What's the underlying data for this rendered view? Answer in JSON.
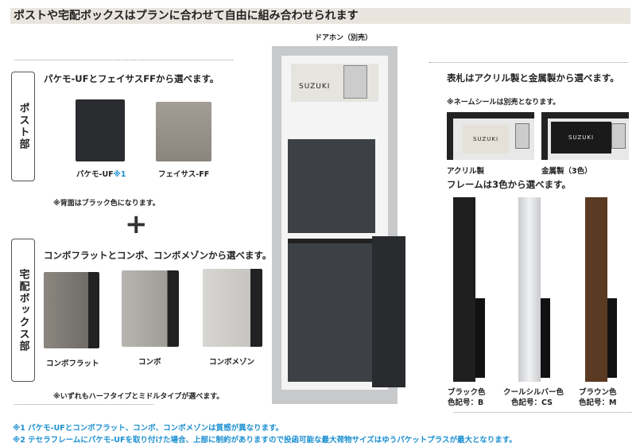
{
  "title": "ポストや宅配ボックスはプランに合わせて自由に組み合わせられます",
  "post": {
    "label": "ポスト部",
    "heading": "パケモ-UFとフェイサスFFから選べます。",
    "items": [
      {
        "name": "パケモ-UF",
        "mark": "※1"
      },
      {
        "name": "フェイサス-FF"
      }
    ],
    "note": "※背面はブラック色になります。"
  },
  "plus": "+",
  "delivery": {
    "label": "宅配ボックス部",
    "heading": "コンボフラットとコンボ、コンボメゾンから選べます。",
    "items": [
      "コンボフラット",
      "コンボ",
      "コンボメゾン"
    ],
    "note": "※いずれもハーフタイプとミドルタイプが選べます。"
  },
  "center": {
    "doorphone": "ドアホン（別売）",
    "nameplate": "SUZUKI"
  },
  "nameplate": {
    "heading": "表札はアクリル製と金属製から選べます。",
    "note": "※ネームシールは別売となります。",
    "items": [
      "アクリル製",
      "金属製（3色）"
    ],
    "sample": "SUZUKI"
  },
  "frame": {
    "heading": "フレームは3色から選べます。",
    "colors": [
      {
        "name": "ブラック色",
        "code": "色記号：B",
        "hex": "#1e1e1e"
      },
      {
        "name": "クールシルバー色",
        "code": "色記号：CS",
        "hex": "#d8dadc"
      },
      {
        "name": "ブラウン色",
        "code": "色記号：M",
        "hex": "#5a3a22"
      }
    ]
  },
  "footnotes": [
    "※1 パケモ-UFとコンボフラット、コンボ、コンボメゾンは質感が異なります。",
    "※2 テセラフレームにパケモ-UFを取り付けた場合、上部に制約がありますので投函可能な最大荷物サイズはゆうパケットプラスが最大となります。"
  ]
}
